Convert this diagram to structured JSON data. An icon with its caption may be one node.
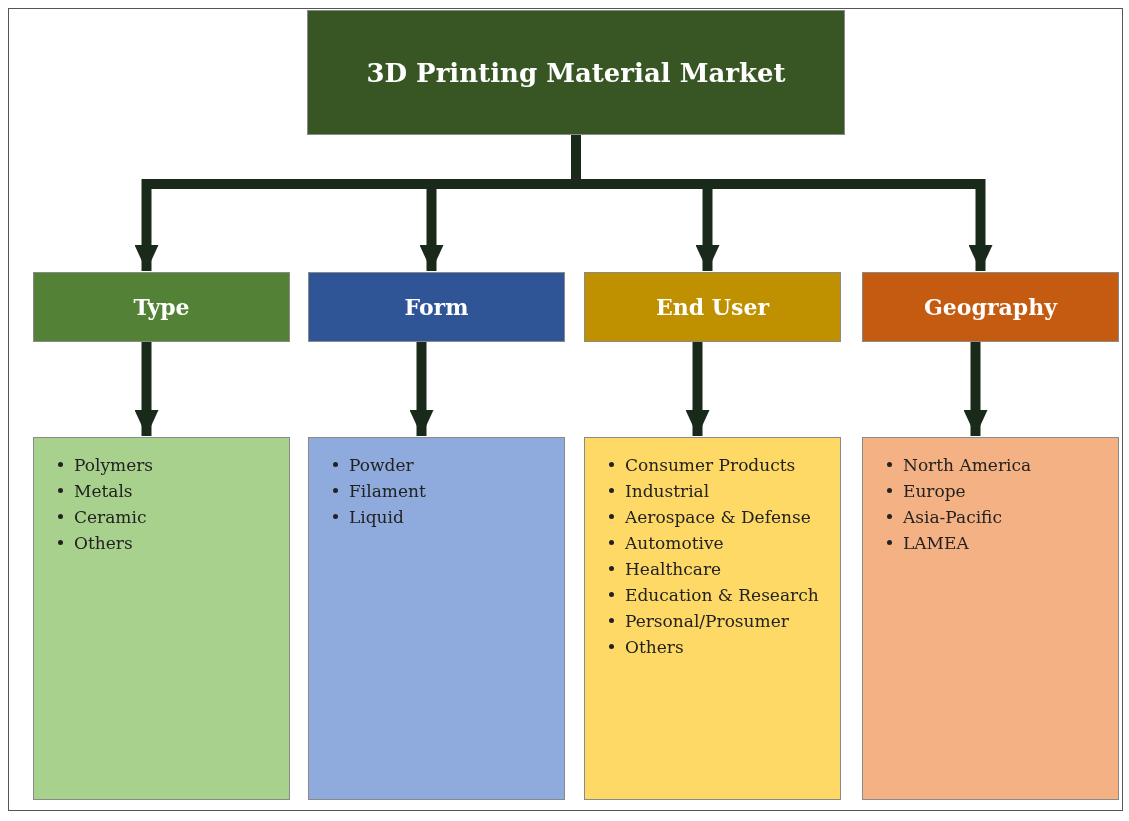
{
  "diagram": {
    "nodes": [
      {
        "text": [
          "3D Printing Material Market"
        ]
      },
      {
        "text": [
          "Type"
        ]
      },
      {
        "text": [
          "Form"
        ]
      },
      {
        "text": [
          "End User"
        ]
      },
      {
        "text": [
          "Geography"
        ]
      },
      {
        "text": [
          "Polymers",
          "Metals",
          "Ceramic",
          "Others"
        ]
      },
      {
        "text": [
          "Powder",
          "Filament",
          "Liquid"
        ]
      },
      {
        "text": [
          "Consumer Products",
          "Industrial",
          "Aerospace & Defense",
          "Automotive",
          "Healthcare",
          "Education & Research",
          "Personal/Prosumer",
          "Others"
        ]
      },
      {
        "text": [
          "North America",
          "Europe",
          "Asia-Pacific",
          "LAMEA"
        ]
      }
    ],
    "edges": [
      {
        "from": 0,
        "to": 1,
        "arrow": "to"
      },
      {
        "from": 0,
        "to": 2,
        "arrow": "to"
      },
      {
        "from": 0,
        "to": 3,
        "arrow": "to"
      },
      {
        "from": 0,
        "to": 4,
        "arrow": "to"
      },
      {
        "from": 1,
        "to": 5,
        "arrow": "to"
      },
      {
        "from": 2,
        "to": 6,
        "arrow": "to"
      },
      {
        "from": 3,
        "to": 7,
        "arrow": "to"
      },
      {
        "from": 4,
        "to": 8,
        "arrow": "to"
      }
    ]
  }
}
